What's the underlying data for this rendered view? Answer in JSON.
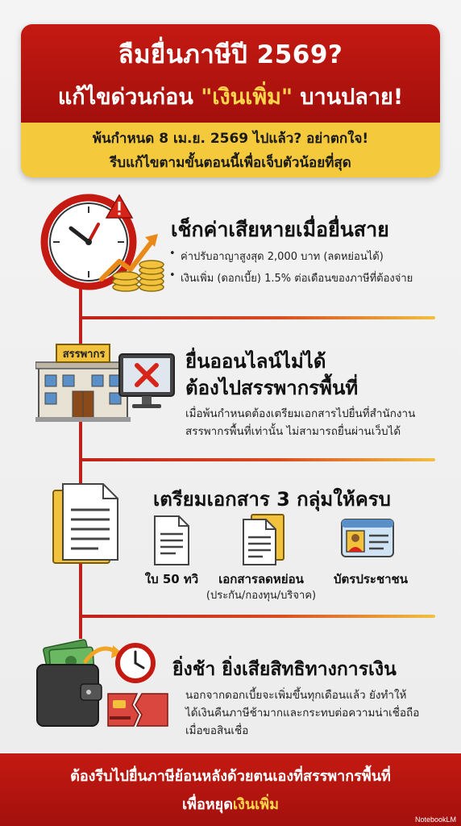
{
  "header": {
    "title_line1": "ลืมยื่นภาษีปี 2569?",
    "title_line2_prefix": "แก้ไขด่วนก่อน ",
    "title_line2_highlight": "\"เงินเพิ่ม\"",
    "title_line2_suffix": " บานปลาย!",
    "subtitle_line1": "พ้นกำหนด 8 เม.ย. 2569 ไปแล้ว? อย่าตกใจ!",
    "subtitle_line2": "รีบแก้ไขตามขั้นตอนนี้เพื่อเจ็บตัวน้อยที่สุด"
  },
  "section1": {
    "title": "เช็กค่าเสียหายเมื่อยื่นสาย",
    "bullets": [
      "ค่าปรับอาญาสูงสุด 2,000 บาท (ลดหย่อนได้)",
      "เงินเพิ่ม (ดอกเบี้ย) 1.5% ต่อเดือนของภาษีที่ต้องจ่าย"
    ],
    "icon": "clock-alert-coins-icon"
  },
  "section2": {
    "title_line1": "ยื่นออนไลน์ไม่ได้",
    "title_line2": "ต้องไปสรรพากรพื้นที่",
    "text_line1": "เมื่อพ้นกำหนดต้องเตรียมเอกสารไปยื่นที่สำนักงาน",
    "text_line2": "สรรพากรพื้นที่เท่านั้น ไม่สามารถยื่นผ่านเว็บได้",
    "building_sign": "สรรพากร",
    "icon": "tax-office-building-icon"
  },
  "section3": {
    "title": "เตรียมเอกสาร 3 กลุ่มให้ครบ",
    "docs": [
      {
        "label": "ใบ 50 ทวิ",
        "sub": "",
        "icon": "document-icon"
      },
      {
        "label": "เอกสารลดหย่อน",
        "sub": "(ประกัน/กองทุน/บริจาค)",
        "icon": "documents-stack-icon"
      },
      {
        "label": "บัตรประชาชน",
        "sub": "",
        "icon": "id-card-icon"
      }
    ]
  },
  "section4": {
    "title": "ยิ่งช้า ยิ่งเสียสิทธิทางการเงิน",
    "text_line1": "นอกจากดอกเบี้ยจะเพิ่มขึ้นทุกเดือนแล้ว ยังทำให้",
    "text_line2": "ได้เงินคืนภาษีช้ามากและกระทบต่อความน่าเชื่อถือ",
    "text_line3": "เมื่อขอสินเชื่อ",
    "icon": "wallet-clock-broken-card-icon"
  },
  "footer": {
    "line1": "ต้องรีบไปยื่นภาษีย้อนหลังด้วยตนเองที่สรรพากรพื้นที่",
    "line2_prefix": "เพื่อหยุด",
    "line2_highlight": "เงินเพิ่ม",
    "brand": "NotebookLM"
  },
  "colors": {
    "primary_red": "#c41a12",
    "accent_yellow": "#f4c93b",
    "highlight_yellow": "#ffd64a"
  }
}
